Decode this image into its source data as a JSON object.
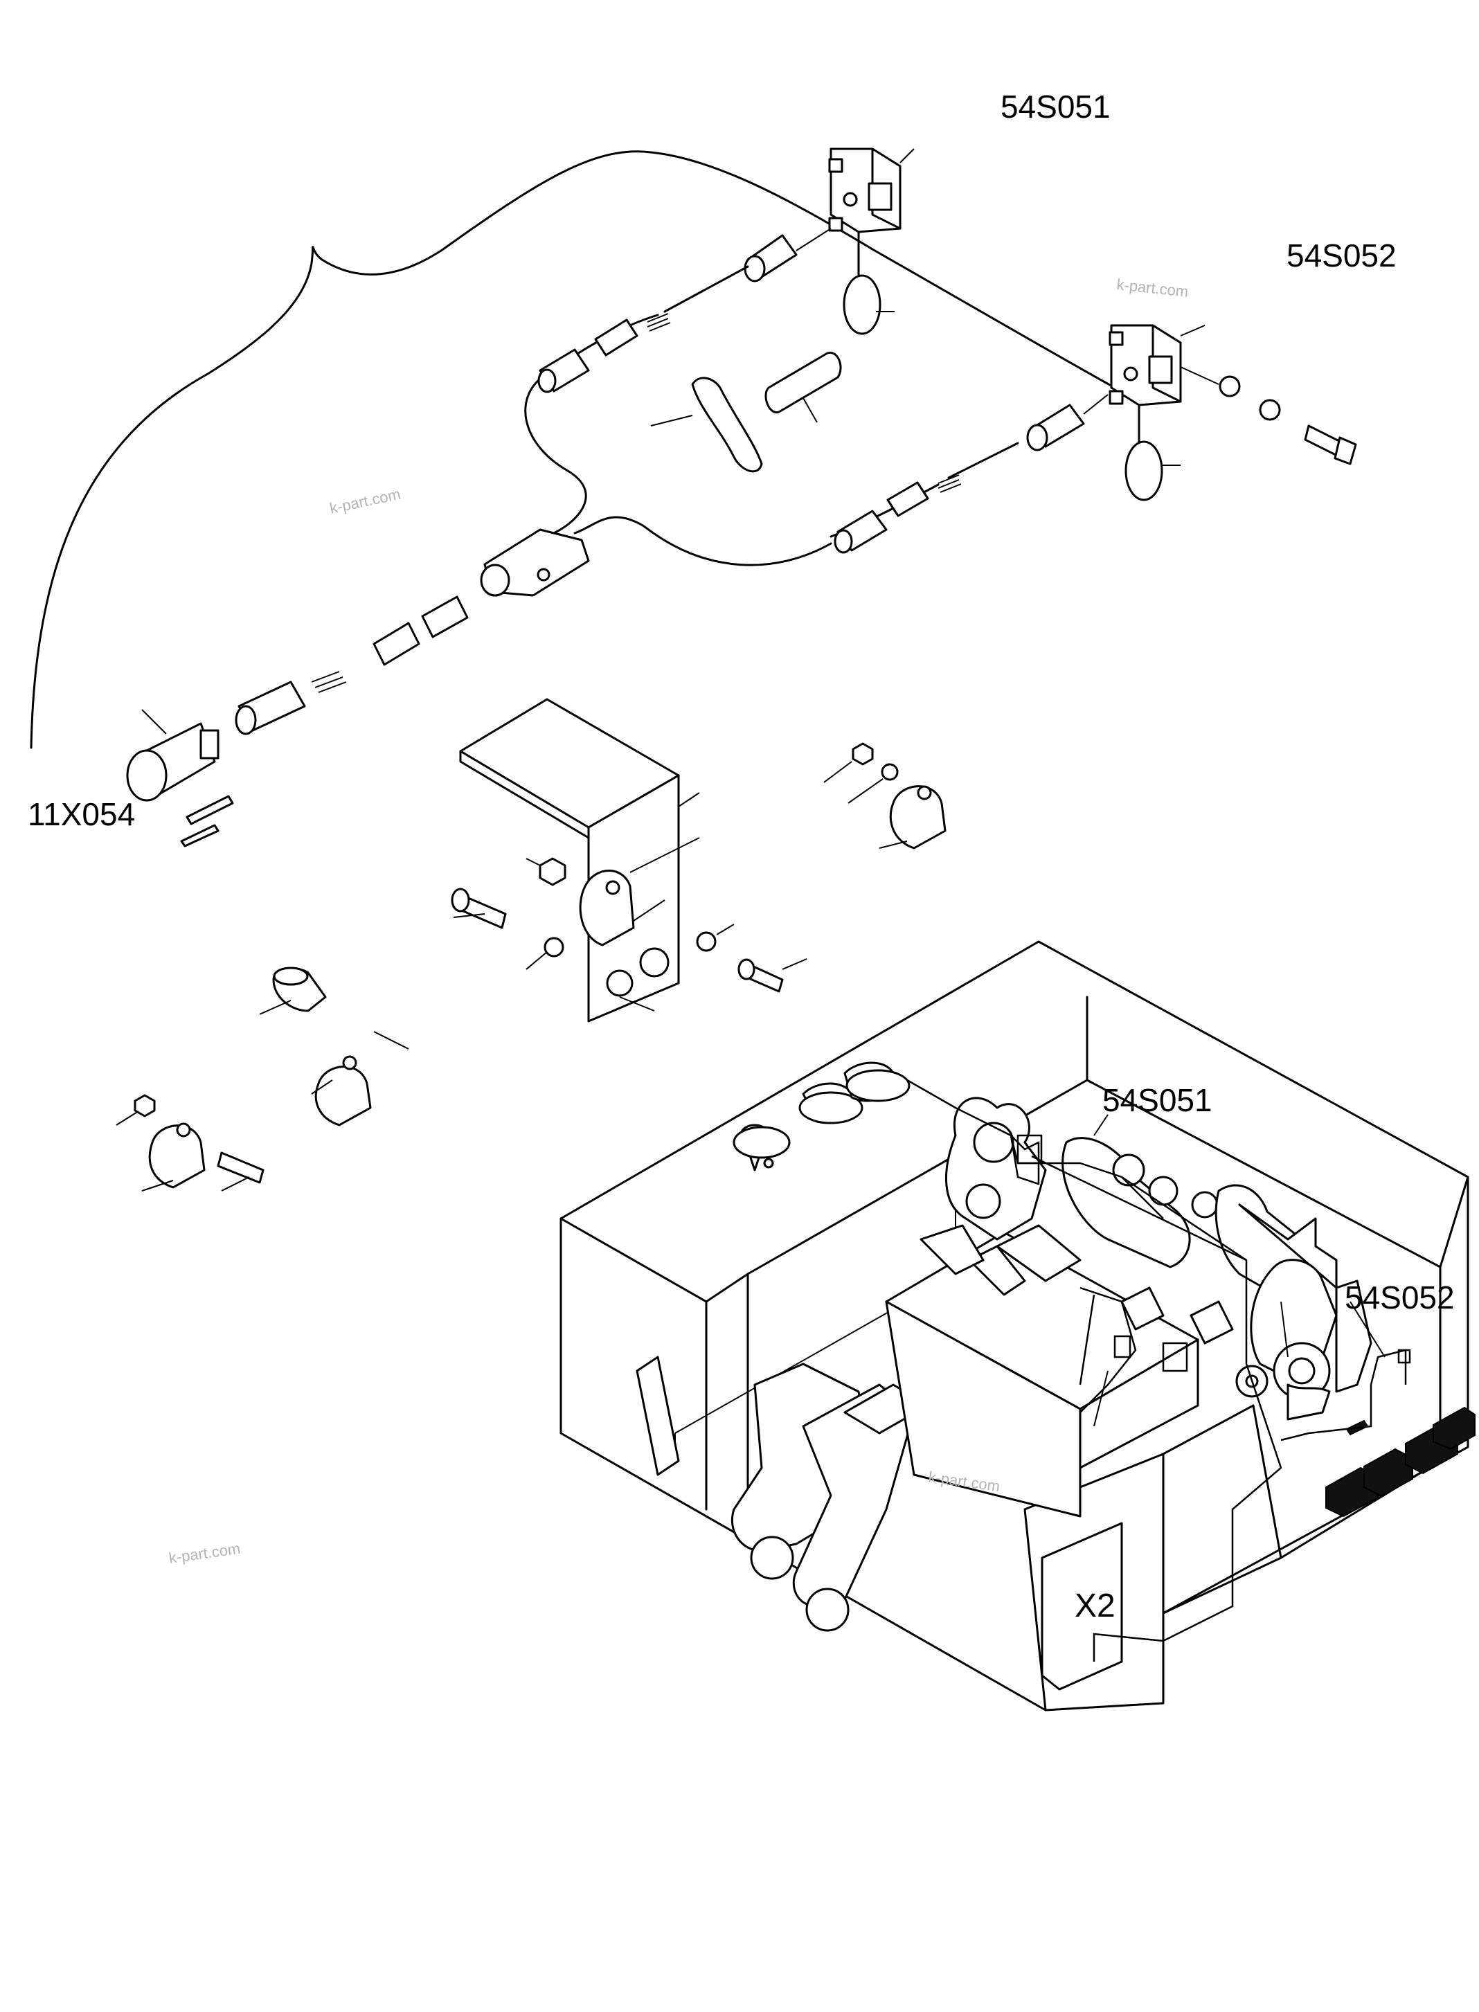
{
  "labels": {
    "switch_1_top": "54S051",
    "switch_2_top": "54S052",
    "connector": "11X054",
    "switch_1_machine": "54S051",
    "switch_2_machine": "54S052",
    "box_x2": "X2"
  },
  "watermarks": [
    "k-part.com",
    "k-part.com",
    "k-part.com",
    "k-part.com"
  ]
}
